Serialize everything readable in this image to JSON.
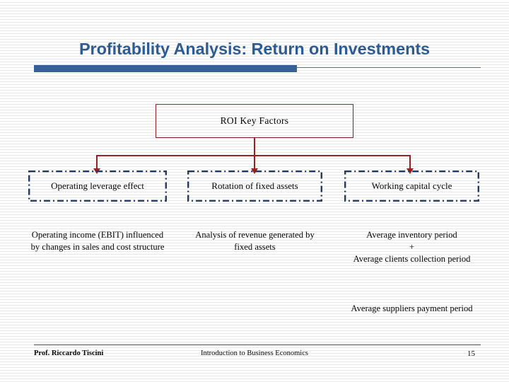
{
  "slide": {
    "title": "Profitability Analysis: Return on Investments",
    "accent_color": "#2a5a92",
    "rule_color": "#356094",
    "connector_color": "#9b1c1c",
    "root_border_color": "#8c1a1a",
    "factor_border_color": "#1f3864"
  },
  "diagram": {
    "root": {
      "label": "ROI Key Factors"
    },
    "factors": [
      {
        "label": "Operating leverage effect",
        "description": "Operating income (EBIT) influenced by changes in sales and cost structure"
      },
      {
        "label": "Rotation of fixed assets",
        "description": "Analysis of revenue generated by fixed assets"
      },
      {
        "label": "Working capital cycle",
        "description": "Average inventory period\n+\nAverage clients collection period",
        "extra_description": "Average suppliers payment period"
      }
    ]
  },
  "footer": {
    "author": "Prof. Riccardo Tiscini",
    "subject": "Introduction to Business Economics",
    "page_number": "15"
  }
}
